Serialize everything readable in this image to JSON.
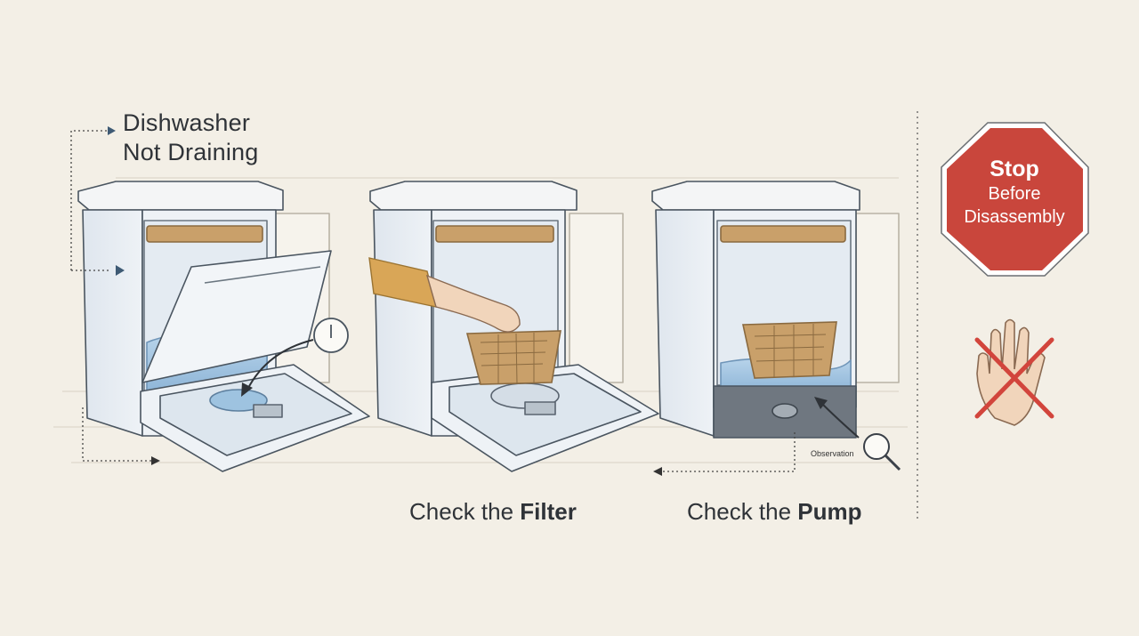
{
  "problem": {
    "title_line1": "Dishwasher",
    "title_line2": "Not Draining"
  },
  "steps": [
    {
      "prefix": "Check the ",
      "emphasis": "Filter"
    },
    {
      "prefix": "Check the ",
      "emphasis": "Pump"
    }
  ],
  "observation_label": "Observation",
  "stop_sign": {
    "line1": "Stop",
    "line2": "Before",
    "line3": "Disassembly"
  },
  "colors": {
    "background": "#f3efe6",
    "stop_red": "#c9463c",
    "basket_tan": "#c9a06a",
    "water_blue": "#9ec3e0",
    "cross_red": "#d2453c",
    "outline": "#4a5560"
  },
  "icons": [
    "timer-icon",
    "magnifier-icon",
    "no-touch-hand-icon",
    "stop-sign-icon",
    "arrow-icon"
  ]
}
